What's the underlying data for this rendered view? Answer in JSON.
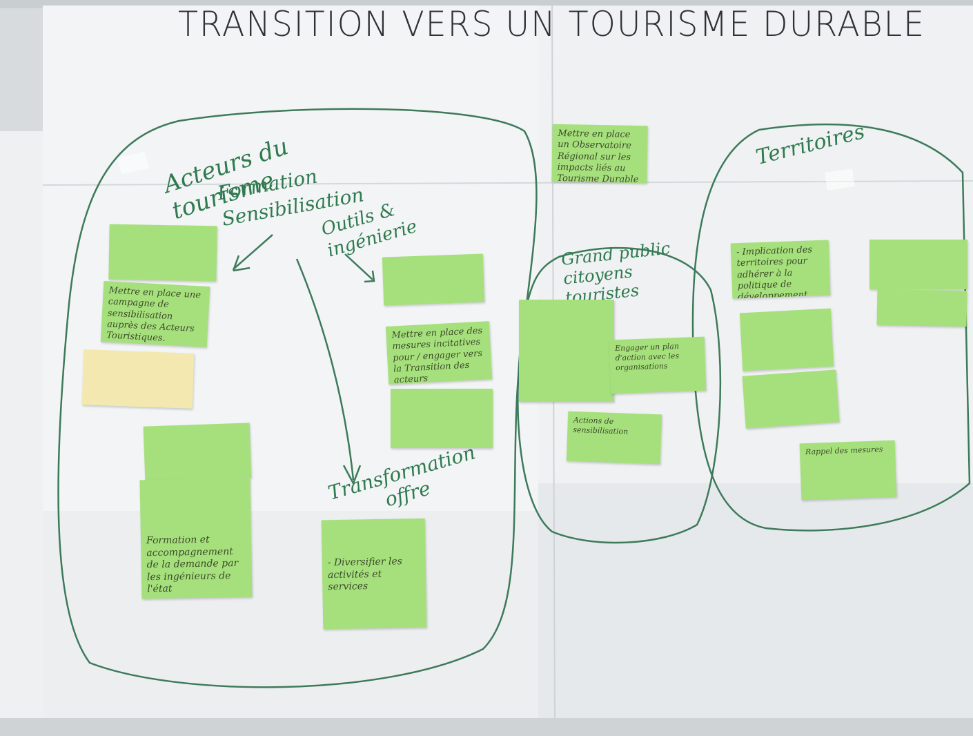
{
  "title": "TRANSITION VERS UN TOURISME DURABLE",
  "colors": {
    "paper": "#f4f6f7",
    "note_green": "#a6e07c",
    "note_yellow": "#f3e9b0",
    "marker_green": "#2f7a4f",
    "title_ink": "#2e3136"
  },
  "groups": {
    "acteurs": "Acteurs du tourisme",
    "formation": "Formation Sensibilisation",
    "outils": "Outils & ingénierie",
    "transformation": "Transformation offre",
    "grand_public": "Grand public citoyens touristes",
    "territoires": "Territoires"
  },
  "notes": {
    "observatoire": "Mettre en place un Observatoire Régional sur les impacts liés au Tourisme Durable",
    "campagne": "Mettre en place une campagne de sensibilisation auprès des Acteurs Touristiques.",
    "transformation_note": "- Diversifier les activités et services",
    "accompagnement": "Formation et accompagnement de la demande par les ingénieurs de l'état",
    "incitation": "Mettre en place des mesures incitatives pour / engager vers la Transition des acteurs Touristiques",
    "implication": "- Implication des territoires pour adhérer à la politique de développement des métiers",
    "grand_public_note": "Actions de sensibilisation",
    "engagement": "Engager un plan d'action avec les organisations",
    "rappel": "Rappel des mesures"
  }
}
